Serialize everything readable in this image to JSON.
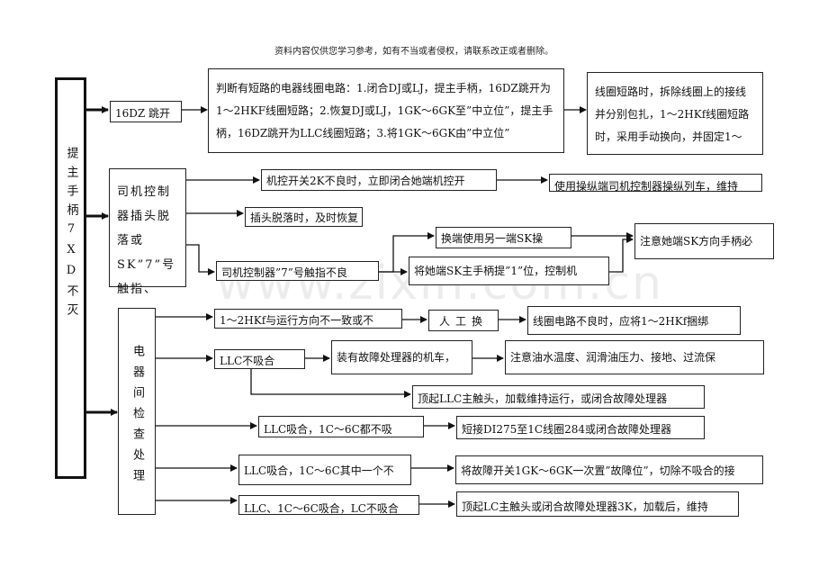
{
  "header": "资料内容仅供您学习参考，如有不当或者侵权，请联系改正或者删除。",
  "root": "提主手柄7XD不灭",
  "watermark": "www.zixin.com.cn",
  "nodes": {
    "n16dz": "16DZ 跳开",
    "judge": "判断有短路的电器线圈电路：1.闭合DJ或LJ，提主手柄，16DZ跳开为1～2HKF线圈短路；2.恢复DJ或LJ，1GK～6GK至”中立位”，提主手柄，16DZ跳开为LLC线圈短路；3.将1GK～6GK由”中立位”",
    "coil_short": "线圈短路时，拆除线圈上的接线并分别包扎，1～2HKf线圈短路时，采用手动换向，并固定1～",
    "driver_plug": "司机控制器插头脱落或SK”7”号触指、",
    "key_switch": "机控开关2K不良时，立即闭合她端机控开",
    "use_driver": "使用操纵端司机控制器操纵列车，维持",
    "plug_off": "插头脱落时，及时恢复",
    "switch_end": "换端使用另一端SK操",
    "sk_direction": "注意她端SK方向手柄必",
    "contact7": "司机控制器”7”号触指不良",
    "other_sk": "将她端SK主手柄提”1”位，控制机",
    "electrical": "电器间检查处理",
    "hkf_mismatch": "1～2HKf与运行方向不一致或不",
    "manual": "人工换",
    "coil_circuit": "线圈电路不良时，应将1～2HKf捆绑",
    "llc_not": "LLC不吸合",
    "fault_loco": "装有故障处理器的机车，",
    "oil_temp": "注意油水温度、润滑油压力、接地、过流保",
    "prop_llc": "顶起LLC主触头，加载维持运行，或闭合故障处理器",
    "llc_1c6c_none": "LLC吸合，1C～6C都不吸",
    "short_di275": "短接DI275至1C线圈284或闭合故障处理器",
    "llc_one": "LLC吸合，1C～6C其中一个不",
    "fault_switch": "将故障开关1GK～6GK一次置”故障位”，切除不吸合的接",
    "llc_lc_not": "LLC、1C～6C吸合，LC不吸合",
    "prop_lc": "顶起LC主触头或闭合故障处理器3K，加载后，维持"
  }
}
